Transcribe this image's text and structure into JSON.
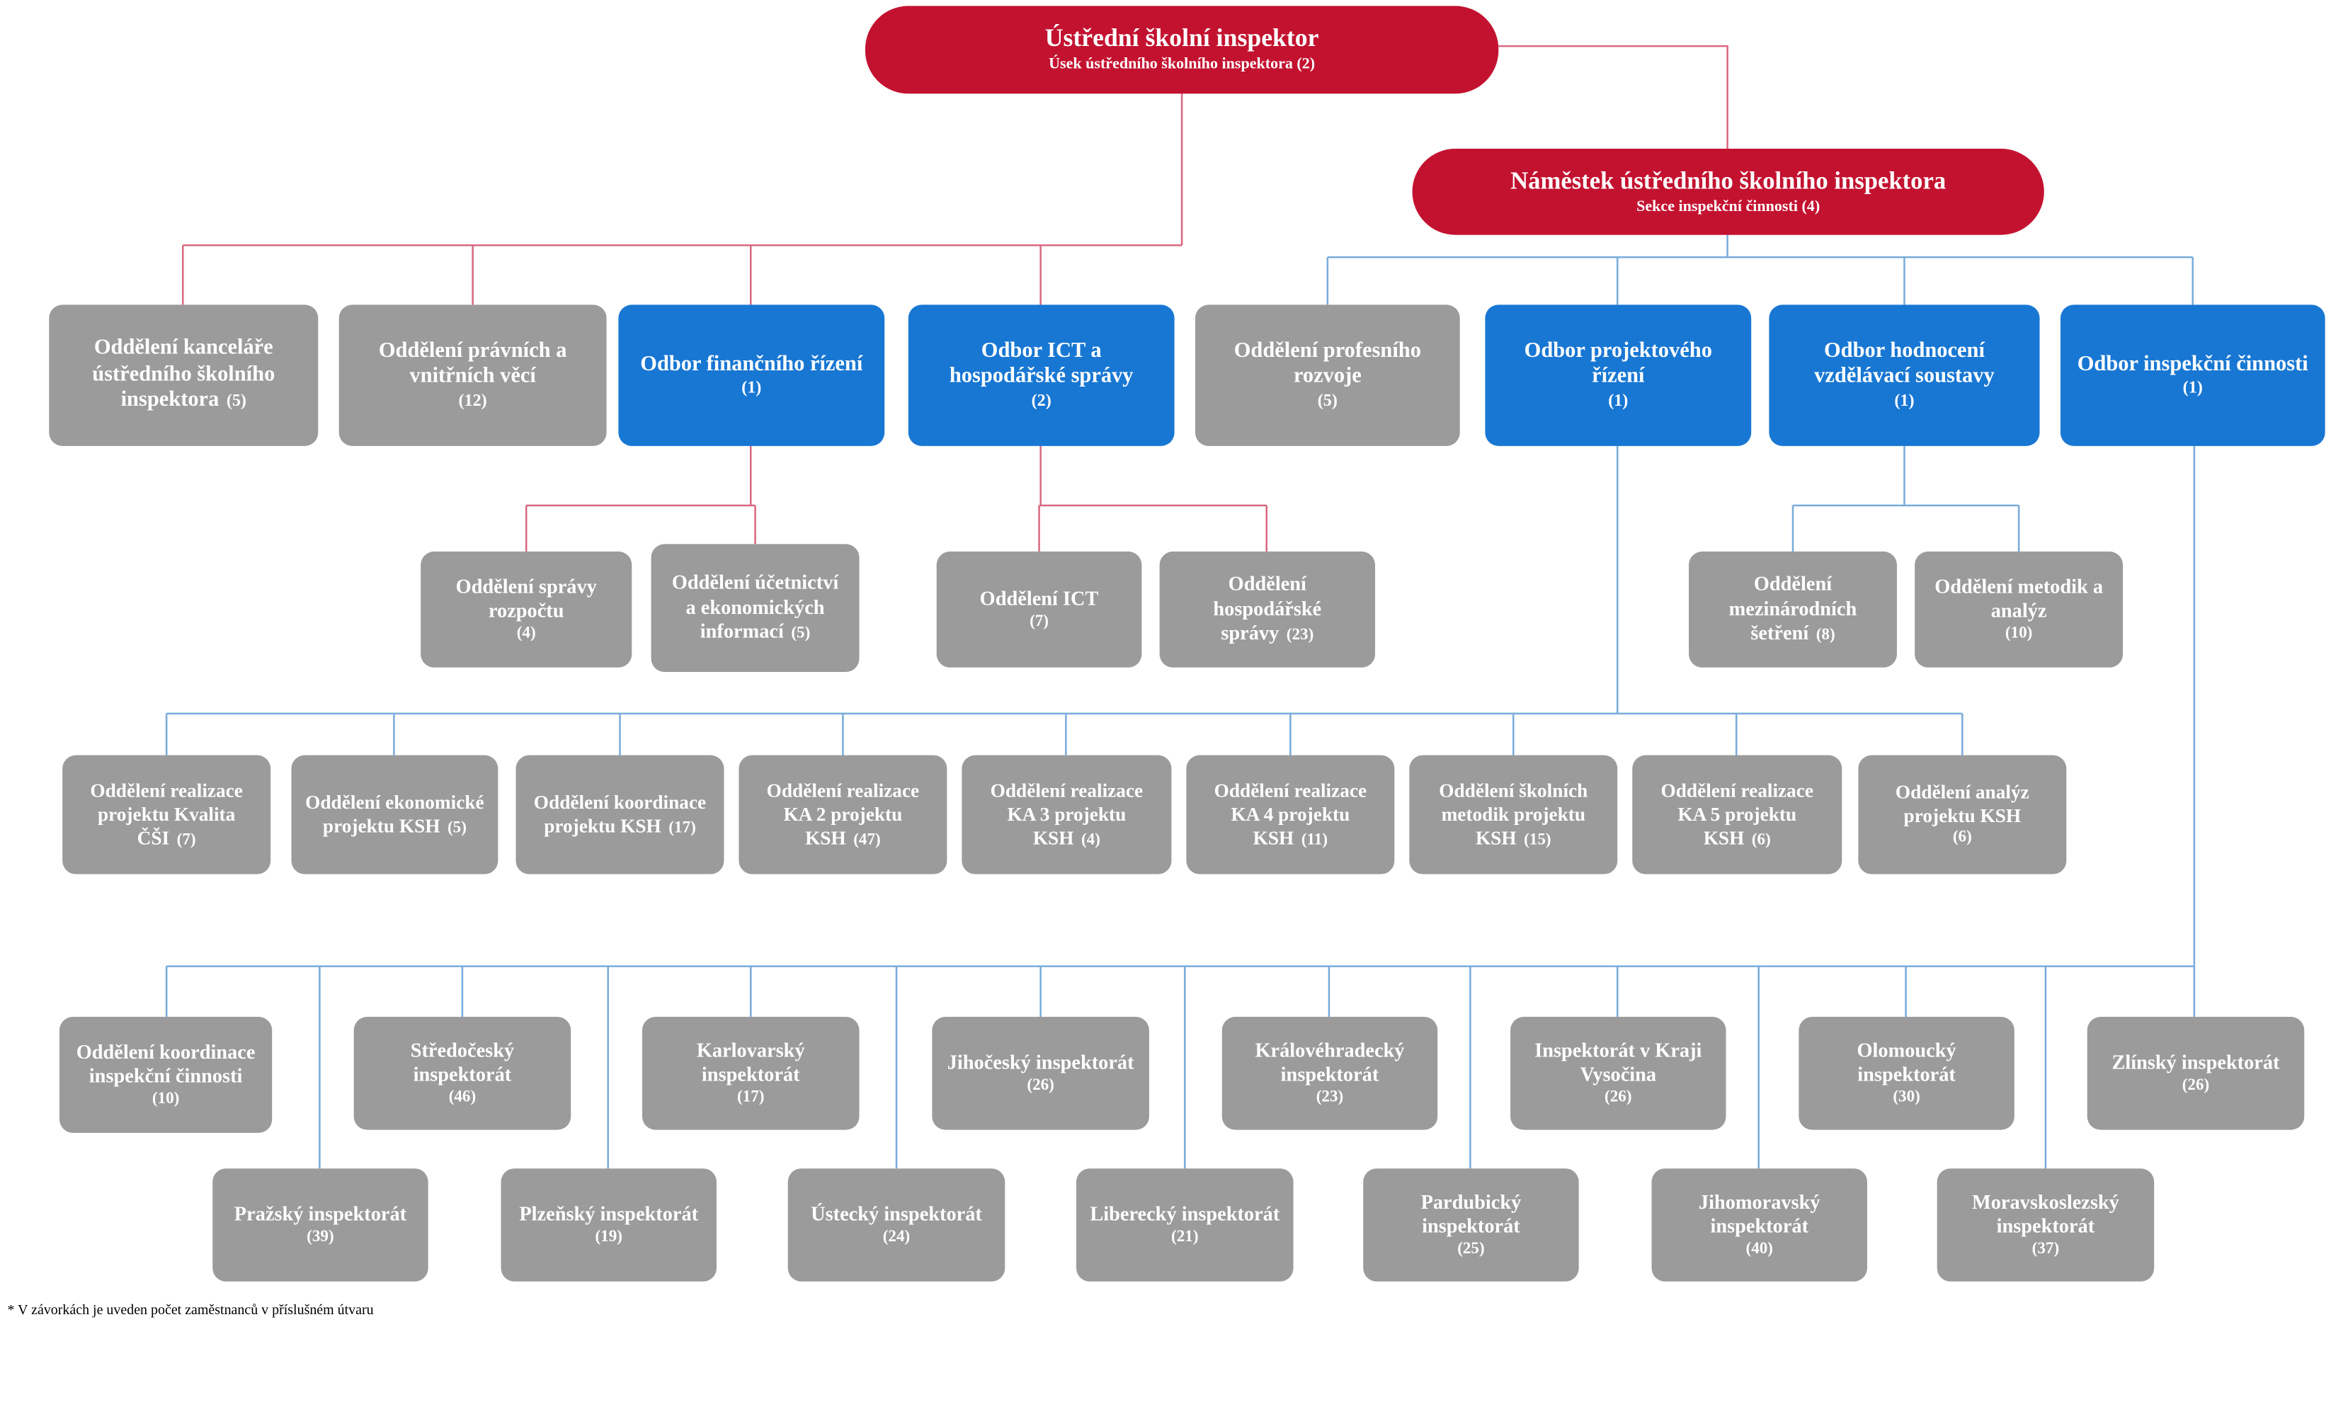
{
  "page": {
    "footnote": "* V závorkách je uveden počet zaměstnanců v příslušném útvaru"
  },
  "colors": {
    "red_box": "#c31230",
    "blue_box": "#1877d3",
    "gray_box": "#9b9b9b",
    "red_line": "#d9697f",
    "blue_line": "#79abdb"
  },
  "nodes": {
    "usi": {
      "label": "Ústřední školní inspektor",
      "sub": "Úsek ústředního školního inspektora  (2)"
    },
    "namestek": {
      "label": "Náměstek ústředního školního inspektora",
      "sub": "Sekce inspekční činnosti  (4)"
    },
    "kancelar": {
      "label": "Oddělení kanceláře ústředního školního inspektora",
      "count": "(5)"
    },
    "pravni": {
      "label": "Oddělení právních a vnitřních věcí",
      "count": "(12)"
    },
    "finance": {
      "label": "Odbor finančního řízení",
      "count": "(1)"
    },
    "ict": {
      "label": "Odbor ICT a hospodářské správy",
      "count": "(2)"
    },
    "profes": {
      "label": "Oddělení profesního rozvoje",
      "count": "(5)"
    },
    "projekt": {
      "label": "Odbor projektového řízení",
      "count": "(1)"
    },
    "hodnoceni": {
      "label": "Odbor hodnocení vzdělávací soustavy",
      "count": "(1)"
    },
    "inspekcni": {
      "label": "Odbor inspekční činnosti",
      "count": "(1)"
    },
    "rozpocet": {
      "label": "Oddělení správy rozpočtu",
      "count": "(4)"
    },
    "ucetnictvi": {
      "label": "Oddělení účetnictví a ekonomických informací",
      "count": "(5)"
    },
    "odd_ict": {
      "label": "Oddělení ICT",
      "count": "(7)"
    },
    "hospodarska": {
      "label": "Oddělení hospodářské správy",
      "count": "(23)"
    },
    "mezinarodni": {
      "label": "Oddělení mezinárodních šetření",
      "count": "(8)"
    },
    "metodiky": {
      "label": "Oddělení metodik a analýz",
      "count": "(10)"
    },
    "p1": {
      "label": "Oddělení realizace projektu Kvalita ČŠI",
      "count": "(7)"
    },
    "p2": {
      "label": "Oddělení ekonomické projektu KSH",
      "count": "(5)"
    },
    "p3": {
      "label": "Oddělení koordinace projektu KSH",
      "count": "(17)"
    },
    "p4": {
      "label": "Oddělení realizace KA 2 projektu KSH",
      "count": "(47)"
    },
    "p5": {
      "label": "Oddělení realizace KA 3 projektu KSH",
      "count": "(4)"
    },
    "p6": {
      "label": "Oddělení realizace KA 4 projektu KSH",
      "count": "(11)"
    },
    "p7": {
      "label": "Oddělení školních metodik projektu KSH",
      "count": "(15)"
    },
    "p8": {
      "label": "Oddělení realizace KA 5 projektu KSH",
      "count": "(6)"
    },
    "p9": {
      "label": "Oddělení analýz projektu KSH",
      "count": "(6)"
    },
    "koordinace": {
      "label": "Oddělení koordinace inspekční činnosti",
      "count": "(10)"
    },
    "stredocesky": {
      "label": "Středočeský inspektorát",
      "count": "(46)"
    },
    "karlovarsky": {
      "label": "Karlovarský inspektorát",
      "count": "(17)"
    },
    "jihocesky": {
      "label": "Jihočeský inspektorát",
      "count": "(26)"
    },
    "kralovehradecky": {
      "label": "Královéhradecký inspektorát",
      "count": "(23)"
    },
    "vysocina": {
      "label": "Inspektorát v Kraji Vysočina",
      "count": "(26)"
    },
    "olomoucky": {
      "label": "Olomoucký inspektorát",
      "count": "(30)"
    },
    "zlinsky": {
      "label": "Zlínský inspektorát",
      "count": "(26)"
    },
    "prazsky": {
      "label": "Pražský inspektorát",
      "count": "(39)"
    },
    "plzensky": {
      "label": "Plzeňský inspektorát",
      "count": "(19)"
    },
    "ustecky": {
      "label": "Ústecký inspektorát",
      "count": "(24)"
    },
    "liberecky": {
      "label": "Liberecký inspektorát",
      "count": "(21)"
    },
    "pardubicky": {
      "label": "Pardubický inspektorát",
      "count": "(25)"
    },
    "jihomoravsky": {
      "label": "Jihomoravský inspektorát",
      "count": "(40)"
    },
    "moravskoslezsky": {
      "label": "Moravskoslezský inspektorát",
      "count": "(37)"
    }
  }
}
